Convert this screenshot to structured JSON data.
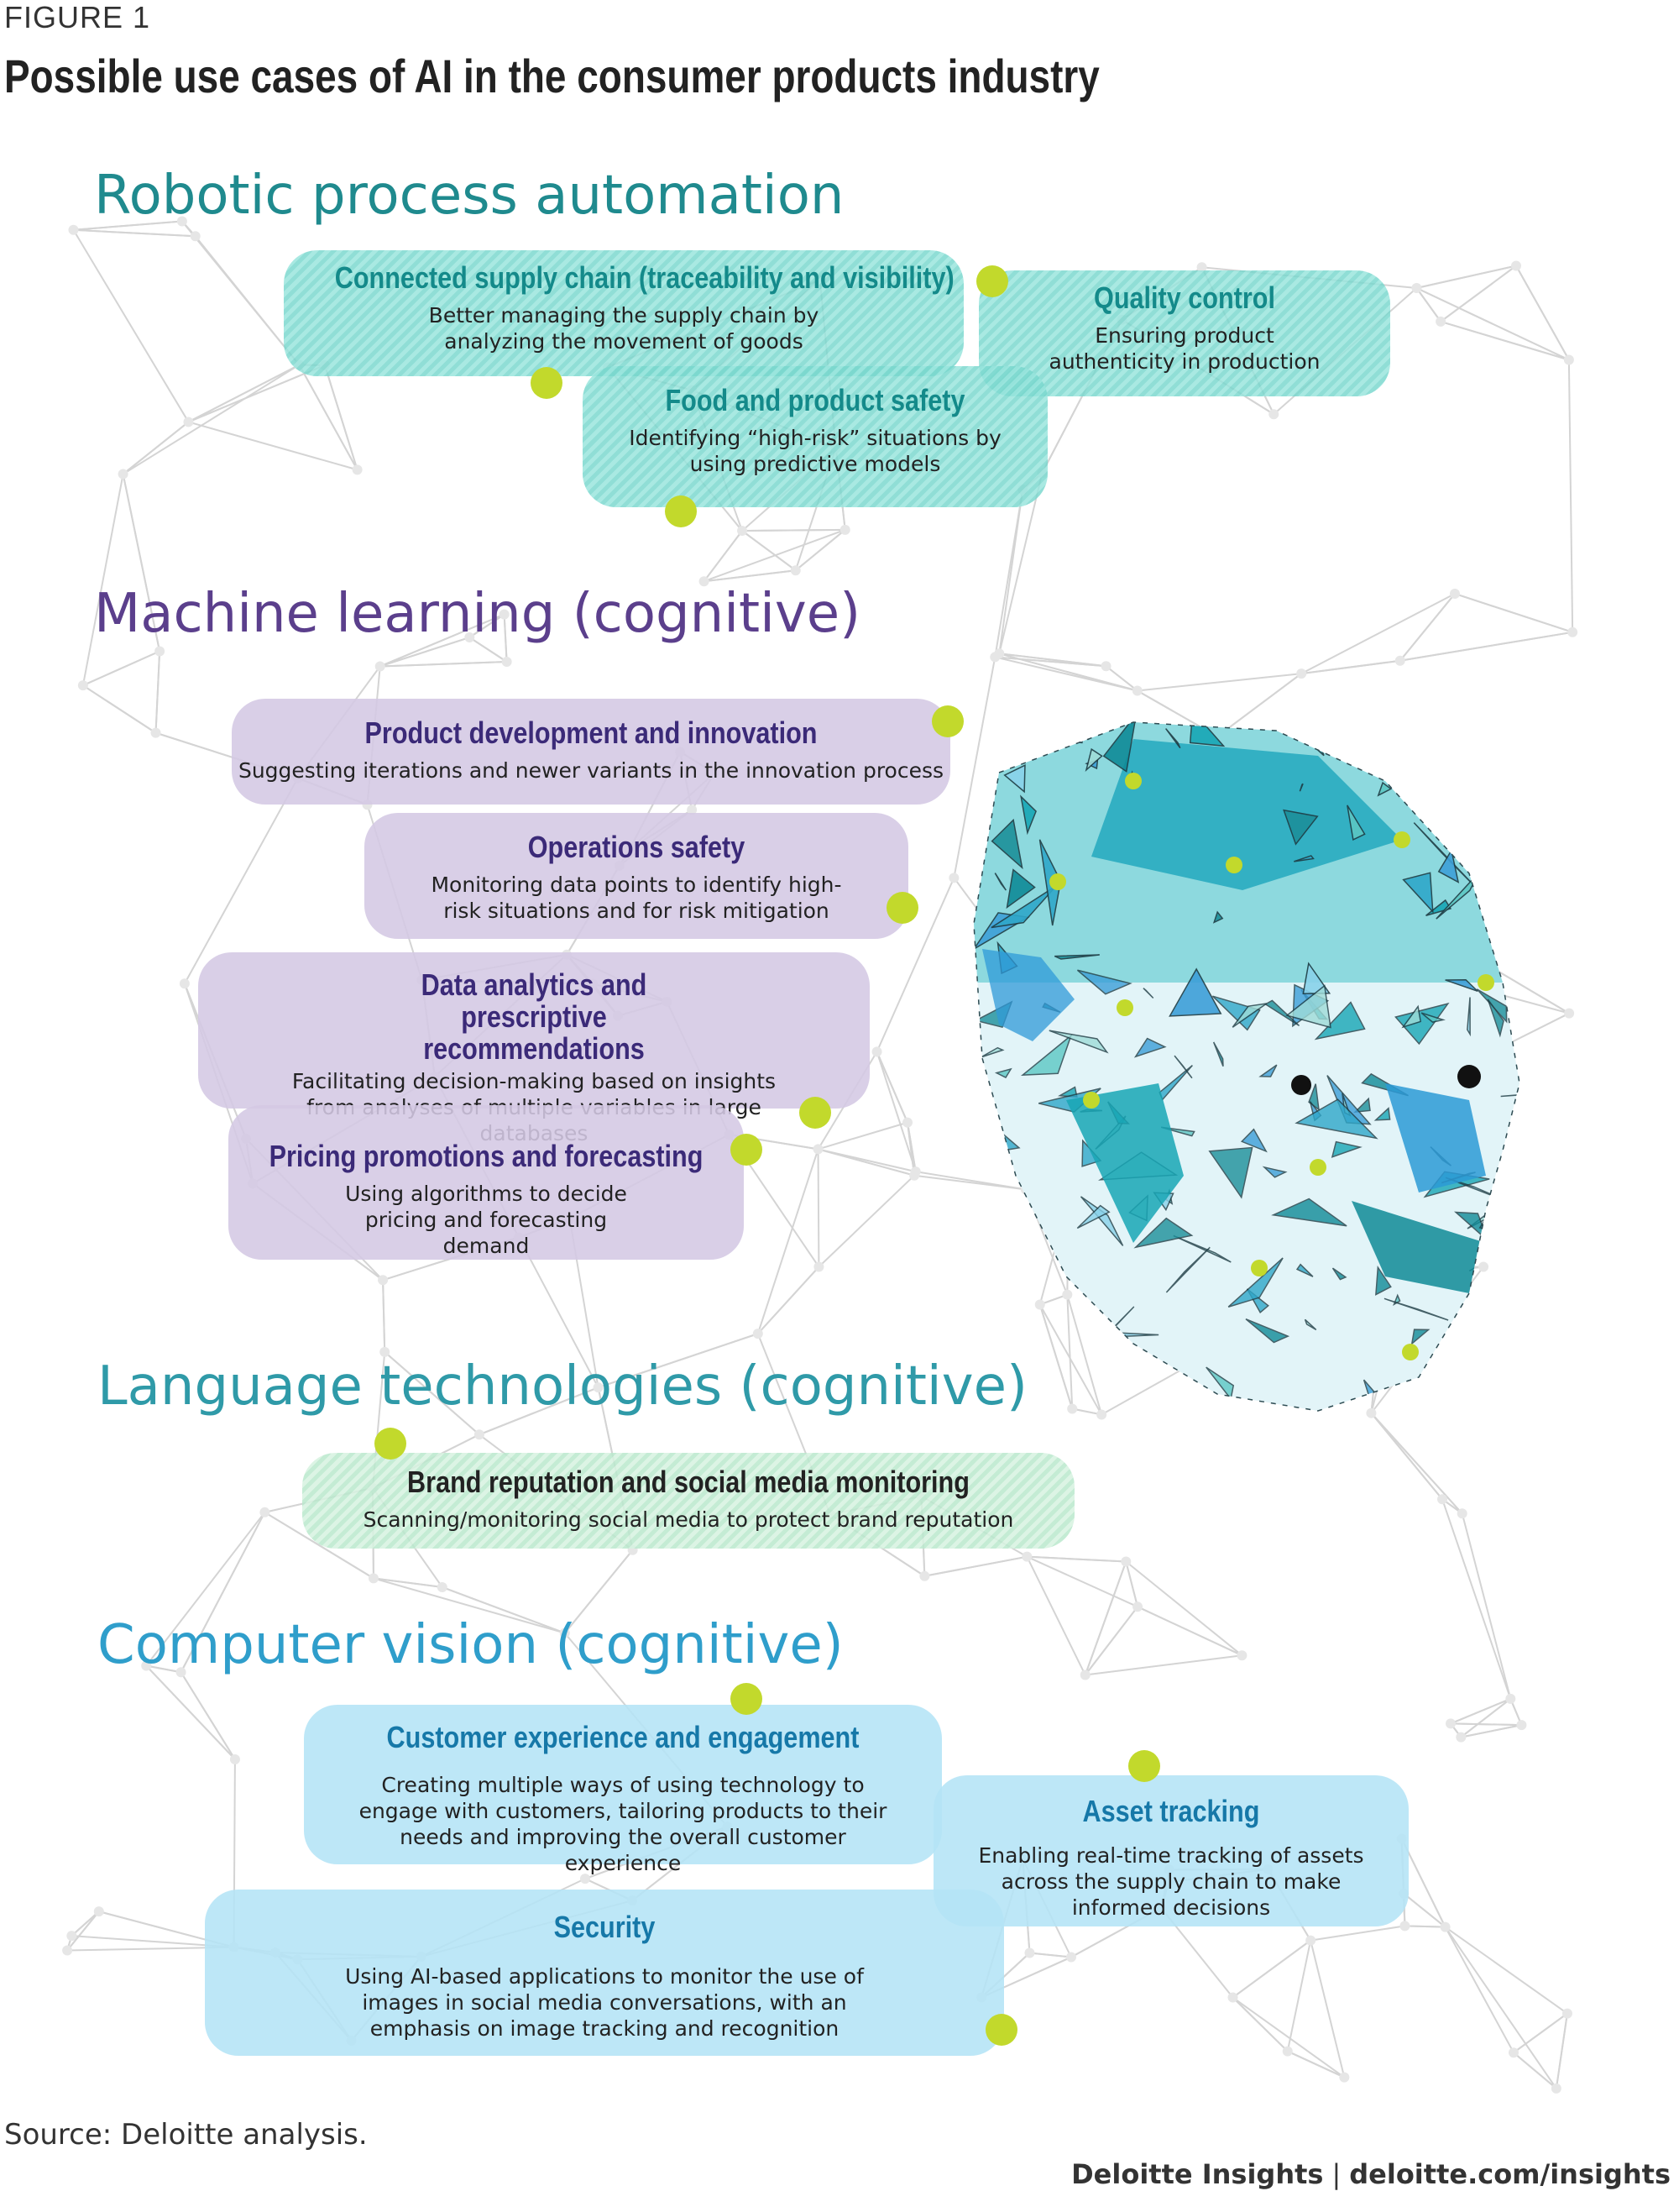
{
  "figure_label": "FIGURE 1",
  "title": "Possible use cases of AI in the consumer products industry",
  "colors": {
    "rpa": "#1f8a8e",
    "ml": "#5b3f8c",
    "language": "#2f9aa8",
    "vision": "#2f9ecb",
    "dot": "#c2d92c"
  },
  "sections": {
    "rpa": {
      "title": "Robotic process automation",
      "items": [
        {
          "title": "Connected supply chain (traceability and visibility)",
          "desc": "Better managing the supply chain by analyzing the movement of goods"
        },
        {
          "title": "Quality control",
          "desc": "Ensuring product authenticity in production"
        },
        {
          "title": "Food and product safety",
          "desc": "Identifying “high-risk” situations by using predictive models"
        }
      ]
    },
    "ml": {
      "title": "Machine learning (cognitive)",
      "items": [
        {
          "title": "Product development and innovation",
          "desc": "Suggesting iterations and newer variants in the innovation process"
        },
        {
          "title": "Operations safety",
          "desc": "Monitoring data points to identify high-risk situations and for risk mitigation"
        },
        {
          "title": "Data analytics and prescriptive recommendations",
          "desc": "Facilitating decision-making based on insights from analyses of multiple variables in large databases"
        },
        {
          "title": "Pricing promotions and forecasting",
          "desc": "Using algorithms to decide pricing and forecasting demand"
        }
      ]
    },
    "language": {
      "title": "Language technologies (cognitive)",
      "items": [
        {
          "title": "Brand reputation and social media monitoring",
          "desc": "Scanning/monitoring social media to protect brand reputation"
        }
      ]
    },
    "vision": {
      "title": "Computer vision (cognitive)",
      "items": [
        {
          "title": "Customer experience and engagement",
          "desc": "Creating multiple ways of using technology to engage with customers, tailoring products to their needs and improving the overall customer experience"
        },
        {
          "title": "Asset tracking",
          "desc": "Enabling real-time tracking of assets across the supply chain to make informed decisions"
        },
        {
          "title": "Security",
          "desc": "Using AI-based applications to monitor the use of images in social media conversations, with an emphasis on image tracking and recognition"
        }
      ]
    }
  },
  "source": "Source: Deloitte analysis.",
  "credit": {
    "brand": "Deloitte Insights",
    "separator": "|",
    "url": "deloitte.com/insights"
  }
}
